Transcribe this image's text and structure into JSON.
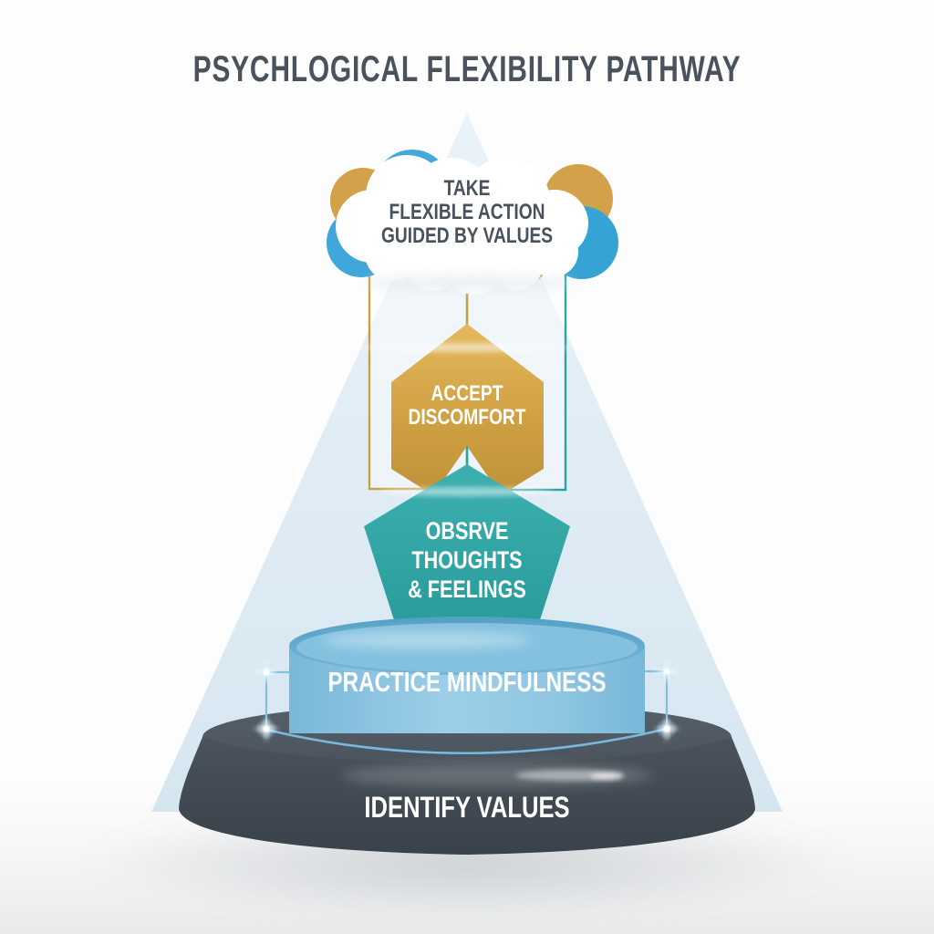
{
  "title": "PSYCHLOGICAL FLEXIBILITY PATHWAY",
  "diagram": {
    "type": "pathway-infographic",
    "steps": [
      {
        "name": "identify-values",
        "label": "IDENTIFY VALUES",
        "shape": "podium-base",
        "color": "#434c55"
      },
      {
        "name": "practice-mindfulness",
        "label": "PRACTICE MINDFULNESS",
        "shape": "cylinder",
        "color": "#8fc6e2"
      },
      {
        "name": "observe-thoughts-feelings",
        "label": "OBSRVE\nTHOUGHTS\n& FEELINGS",
        "shape": "pentagon",
        "color": "#2fa7a7"
      },
      {
        "name": "accept-discomfort",
        "label": "ACCEPT\nDISCOMFORT",
        "shape": "chevron-arrow",
        "color": "#cda04a"
      },
      {
        "name": "take-flexible-action",
        "label": "TAKE\nFLEXIBLE ACTION\nGUIDED BY VALUES",
        "shape": "cloud",
        "color": "#ffffff"
      }
    ]
  },
  "colors": {
    "accent_gold": "#cda243",
    "accent_teal": "#2aa3a2",
    "accent_blue": "#3fa7da",
    "base_dark": "#434c55",
    "beam_light_blue": "#d9e8f2",
    "text_dark": "#4a535d",
    "text_light": "#ffffff"
  }
}
